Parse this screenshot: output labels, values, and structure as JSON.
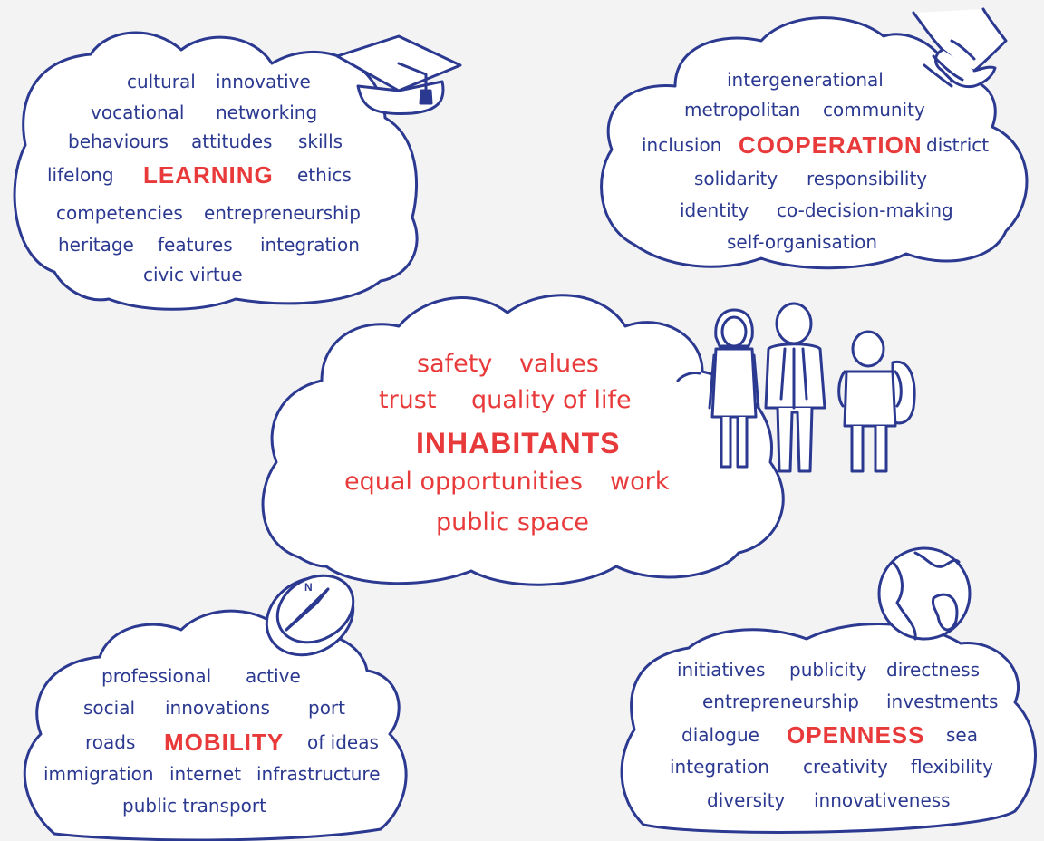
{
  "colors": {
    "ink": "#2b3990",
    "accent": "#e83a3a",
    "background": "#f3f3f4",
    "cloud_fill": "#ffffff"
  },
  "learning": {
    "keyword": "LEARNING",
    "icon": "graduation-cap-icon",
    "words": [
      "cultural",
      "innovative",
      "vocational",
      "networking",
      "behaviours",
      "attitudes",
      "skills",
      "lifelong",
      "ethics",
      "competencies",
      "entrepreneurship",
      "heritage",
      "features",
      "integration",
      "civic virtue"
    ]
  },
  "cooperation": {
    "keyword": "COOPERATION",
    "icon": "handshake-icon",
    "words": [
      "intergenerational",
      "metropolitan",
      "community",
      "inclusion",
      "district",
      "solidarity",
      "responsibility",
      "identity",
      "co-decision-making",
      "self-organisation"
    ]
  },
  "inhabitants": {
    "keyword": "INHABITANTS",
    "icon": "people-icon",
    "words": [
      "safety",
      "values",
      "trust",
      "quality of life",
      "equal opportunities",
      "work",
      "public space"
    ]
  },
  "mobility": {
    "keyword": "MOBILITY",
    "icon": "compass-icon",
    "compass_letter": "N",
    "words": [
      "professional",
      "active",
      "social",
      "innovations",
      "port",
      "roads",
      "of ideas",
      "immigration",
      "internet",
      "infrastructure",
      "public transport"
    ]
  },
  "openness": {
    "keyword": "OPENNESS",
    "icon": "globe-icon",
    "words": [
      "initiatives",
      "publicity",
      "directness",
      "entrepreneurship",
      "investments",
      "dialogue",
      "sea",
      "integration",
      "creativity",
      "flexibility",
      "diversity",
      "innovativeness"
    ]
  }
}
